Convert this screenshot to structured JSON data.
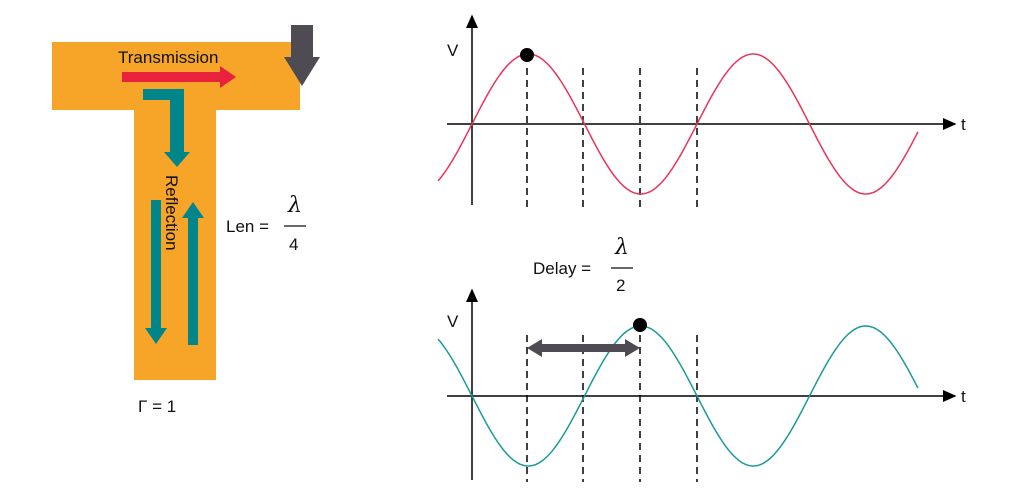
{
  "left": {
    "transmission_label": "Transmission",
    "reflection_label": "Reflection",
    "gamma_label": "Γ = 1",
    "len_label": "Len =",
    "len_numerator": "λ",
    "len_denominator": "4"
  },
  "top_plot": {
    "y_label": "V",
    "x_label": "t"
  },
  "delay": {
    "label": "Delay =",
    "numerator": "λ",
    "denominator": "2"
  },
  "bottom_plot": {
    "y_label": "V",
    "x_label": "t"
  },
  "colors": {
    "stub": "#f6a529",
    "transmission": "#e8223c",
    "reflection": "#00868a",
    "gray_arrow": "#4e4c52",
    "top_wave": "#e8345a",
    "bottom_wave": "#1a9a9a"
  }
}
